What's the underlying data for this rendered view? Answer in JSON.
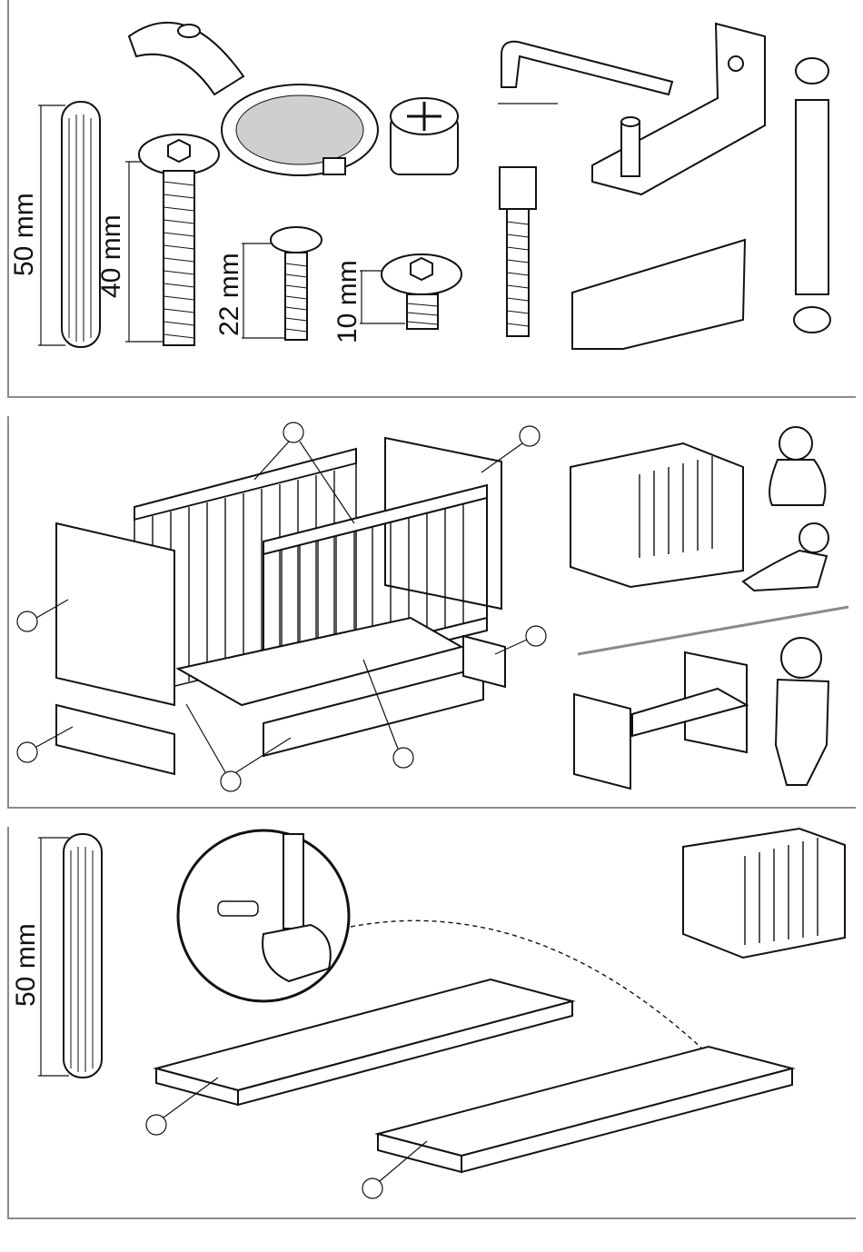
{
  "panel1": {
    "dimensions": [
      "50 mm",
      "40 mm",
      "22 mm",
      "10 mm"
    ]
  },
  "panel3": {
    "dimensions": [
      "50 mm"
    ]
  },
  "icons": {
    "dowel": "wooden-dowel-icon",
    "bolt": "bolt-icon",
    "cam": "cam-lock-icon",
    "allen": "allen-key-icon",
    "bracket": "bracket-icon",
    "hammer": "hammer-icon",
    "crib": "crib-icon"
  }
}
